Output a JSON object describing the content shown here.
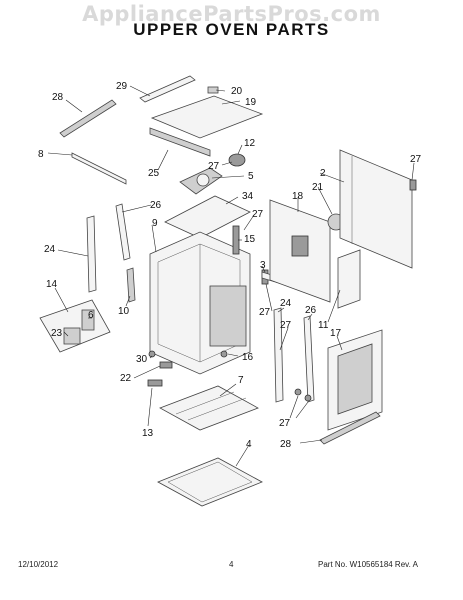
{
  "watermark": "AppliancePartsPros.com",
  "title": "UPPER OVEN PARTS",
  "callouts": {
    "c29": "29",
    "c20": "20",
    "c28a": "28",
    "c19": "19",
    "c8": "8",
    "c12": "12",
    "c25": "25",
    "c27a": "27",
    "c5": "5",
    "c2": "2",
    "c27b": "27",
    "c21": "21",
    "c18": "18",
    "c34": "34",
    "c26a": "26",
    "c27c": "27",
    "c9": "9",
    "c15": "15",
    "c24a": "24",
    "c3": "3",
    "c11": "11",
    "c14": "14",
    "c10": "10",
    "c24b": "24",
    "c26b": "26",
    "c27d": "27",
    "c27e": "27",
    "c6": "6",
    "c23": "23",
    "c17": "17",
    "c30": "30",
    "c16": "16",
    "c22": "22",
    "c7": "7",
    "c27f": "27",
    "c13": "13",
    "c28b": "28",
    "c4": "4"
  },
  "footer": {
    "date": "12/10/2012",
    "page": "4",
    "part_no": "Part No. W10565184  Rev. A"
  }
}
